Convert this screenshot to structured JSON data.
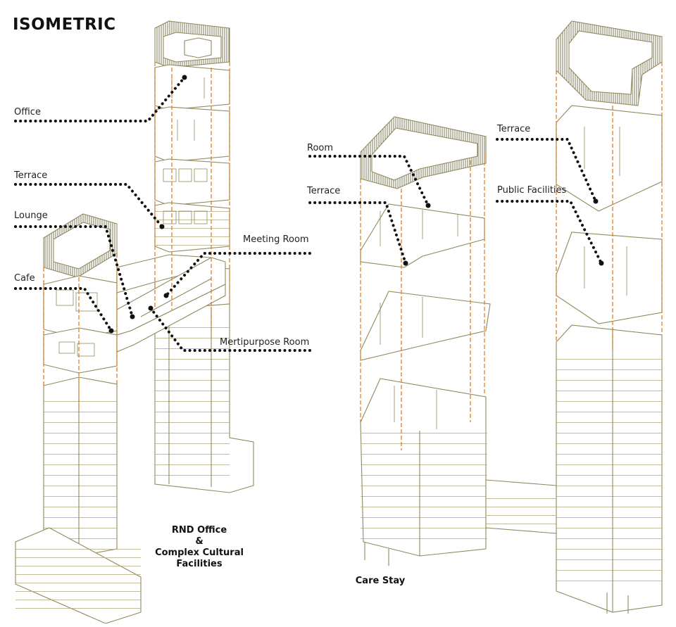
{
  "title": "ISOMETRIC",
  "labels": {
    "office": "Office",
    "terrace_left": "Terrace",
    "lounge": "Lounge",
    "cafe": "Cafe",
    "meeting_room": "Meeting Room",
    "multipurpose_room": "Mertipurpose Room",
    "room": "Room",
    "terrace_mid": "Terrace",
    "terrace_right": "Terrace",
    "public_facilities": "Public Facilities"
  },
  "captions": {
    "left_line1": "RND Office",
    "left_line2": "&",
    "left_line3": "Complex Cultural Facilities",
    "right": "Care Stay"
  },
  "colors": {
    "outline": "#8f8a5e",
    "guide": "#e07f2a",
    "leader": "#111111"
  }
}
